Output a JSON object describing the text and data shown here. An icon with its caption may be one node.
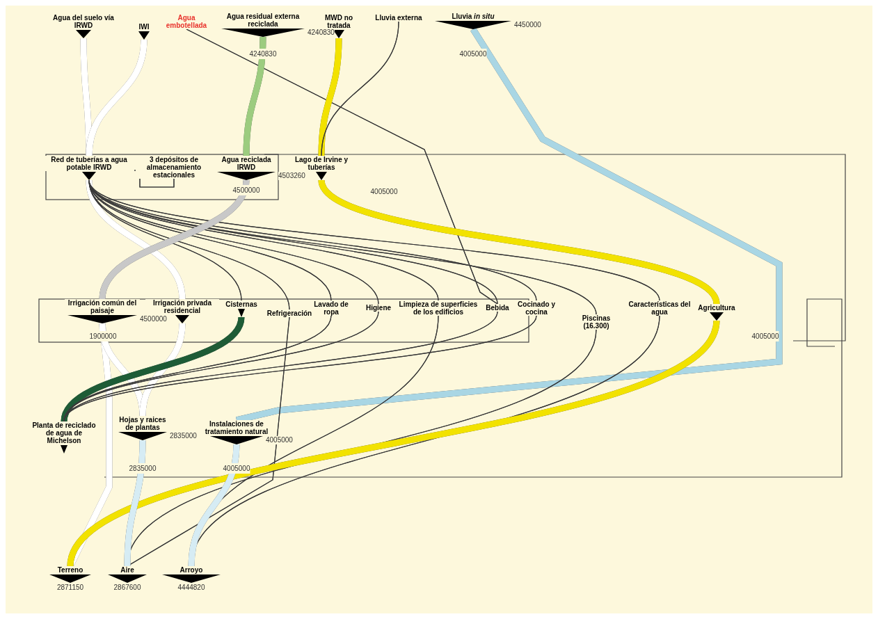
{
  "diagram": {
    "nodes": [
      {
        "text": [
          "Agua del suelo vía IRWD"
        ]
      },
      {
        "text": [
          "IWI"
        ]
      },
      {
        "text": [
          "Agua embotellada"
        ]
      },
      {
        "text": [
          "Agua residual externa reciclada"
        ],
        "beside": [
          "4240830"
        ]
      },
      {
        "text": [
          "MWD no tratada"
        ]
      },
      {
        "text": [
          "Lluvia externa"
        ]
      },
      {
        "text": [
          "Lluvia *in situ*"
        ],
        "beside": [
          "4450000"
        ]
      },
      {
        "text": [
          "Red de tuberías a agua potable IRWD"
        ]
      },
      {
        "text": [
          "3 depósitos de almacenamiento estacionales"
        ]
      },
      {
        "text": [
          "Agua reciclada IRWD"
        ],
        "beside": [
          "4503260"
        ]
      },
      {
        "text": [
          "Lago de Irvine y tuberías"
        ]
      },
      {
        "text": [
          "Irrigación común del paisaje"
        ],
        "beside": [
          "4500000"
        ]
      },
      {
        "text": [
          "Irrigación privada residencial"
        ]
      },
      {
        "text": [
          "Cisternas"
        ]
      },
      {
        "text": [
          "Refrigeración"
        ]
      },
      {
        "text": [
          "Lavado de ropa"
        ]
      },
      {
        "text": [
          "Higiene"
        ]
      },
      {
        "text": [
          "Limpieza de superficies de los edificios"
        ]
      },
      {
        "text": [
          "Bebida"
        ]
      },
      {
        "text": [
          "Cocinado y cocina"
        ]
      },
      {
        "text": [
          "Piscinas (16.300)"
        ]
      },
      {
        "text": [
          "Características del agua"
        ]
      },
      {
        "text": [
          "Agricultura"
        ]
      },
      {
        "text": [
          "Planta de reciclado de agua de Michelson"
        ]
      },
      {
        "text": [
          "Hojas y raices de plantas"
        ],
        "beside": [
          "2835000"
        ]
      },
      {
        "text": [
          "Instalaciones de tratamiento natural"
        ],
        "beside": [
          "4005000"
        ]
      },
      {
        "text": [
          "Terreno"
        ],
        "beside": [
          "2871150"
        ]
      },
      {
        "text": [
          "Aire"
        ],
        "beside": [
          "2867600"
        ]
      },
      {
        "text": [
          "Arroyo"
        ],
        "beside": [
          "4444820"
        ]
      }
    ],
    "edges": [
      {
        "from": 0,
        "to": 7,
        "arrow": "none",
        "style": "thick",
        "color": "#ffffff"
      },
      {
        "from": 1,
        "to": 7,
        "arrow": "none",
        "style": "thick",
        "color": "#ffffff"
      },
      {
        "from": 2,
        "to": 18,
        "arrow": "none"
      },
      {
        "from": 3,
        "to": 9,
        "arrow": "none",
        "style": "thick",
        "color": "#9ccc7f"
      },
      {
        "from": 4,
        "to": 10,
        "arrow": "none",
        "style": "thick",
        "color": "#f2e200"
      },
      {
        "from": 5,
        "to": 10,
        "arrow": "none"
      },
      {
        "from": 6,
        "to": 25,
        "arrow": "none",
        "style": "thick",
        "color": "#a9d6e4"
      },
      {
        "from": 7,
        "to": 12,
        "arrow": "none",
        "style": "thick",
        "color": "#ffffff"
      },
      {
        "from": 7,
        "to": 13,
        "arrow": "none"
      },
      {
        "from": 7,
        "to": 14,
        "arrow": "none"
      },
      {
        "from": 7,
        "to": 15,
        "arrow": "none"
      },
      {
        "from": 7,
        "to": 16,
        "arrow": "none"
      },
      {
        "from": 7,
        "to": 17,
        "arrow": "none"
      },
      {
        "from": 7,
        "to": 18,
        "arrow": "none"
      },
      {
        "from": 7,
        "to": 19,
        "arrow": "none"
      },
      {
        "from": 7,
        "to": 20,
        "arrow": "none"
      },
      {
        "from": 7,
        "to": 21,
        "arrow": "none"
      },
      {
        "from": 8,
        "to": 7,
        "arrow": "none"
      },
      {
        "from": 9,
        "to": 11,
        "arrow": "none",
        "style": "thick",
        "color": "#c8c8c8"
      },
      {
        "from": 10,
        "to": 22,
        "arrow": "none",
        "style": "thick",
        "color": "#f2e200"
      },
      {
        "from": 11,
        "to": 26,
        "arrow": "none",
        "style": "thick",
        "color": "#ffffff"
      },
      {
        "from": 11,
        "to": 24,
        "arrow": "none",
        "style": "thick",
        "color": "#ffffff"
      },
      {
        "from": 12,
        "to": 24,
        "arrow": "none",
        "style": "thick",
        "color": "#ffffff"
      },
      {
        "from": 13,
        "to": 23,
        "arrow": "none",
        "style": "thick",
        "color": "#1e5c36"
      },
      {
        "from": 14,
        "to": 27,
        "arrow": "none"
      },
      {
        "from": 15,
        "to": 23,
        "arrow": "none"
      },
      {
        "from": 16,
        "to": 23,
        "arrow": "none"
      },
      {
        "from": 17,
        "to": 28,
        "arrow": "none"
      },
      {
        "from": 18,
        "to": 23,
        "arrow": "none"
      },
      {
        "from": 19,
        "to": 23,
        "arrow": "none"
      },
      {
        "from": 20,
        "to": 27,
        "arrow": "none"
      },
      {
        "from": 21,
        "to": 28,
        "arrow": "none"
      },
      {
        "from": 22,
        "to": 26,
        "arrow": "none",
        "style": "thick",
        "color": "#f2e200"
      },
      {
        "from": 24,
        "to": 27,
        "arrow": "none",
        "style": "thick",
        "color": "#d6ecf4"
      },
      {
        "from": 25,
        "to": 28,
        "arrow": "none",
        "style": "thick",
        "color": "#d6ecf4"
      }
    ],
    "labels": [
      "4240830",
      "4005000",
      "4500000",
      "4005000",
      "1900000",
      "4005000",
      "2835000",
      "4005000"
    ]
  }
}
